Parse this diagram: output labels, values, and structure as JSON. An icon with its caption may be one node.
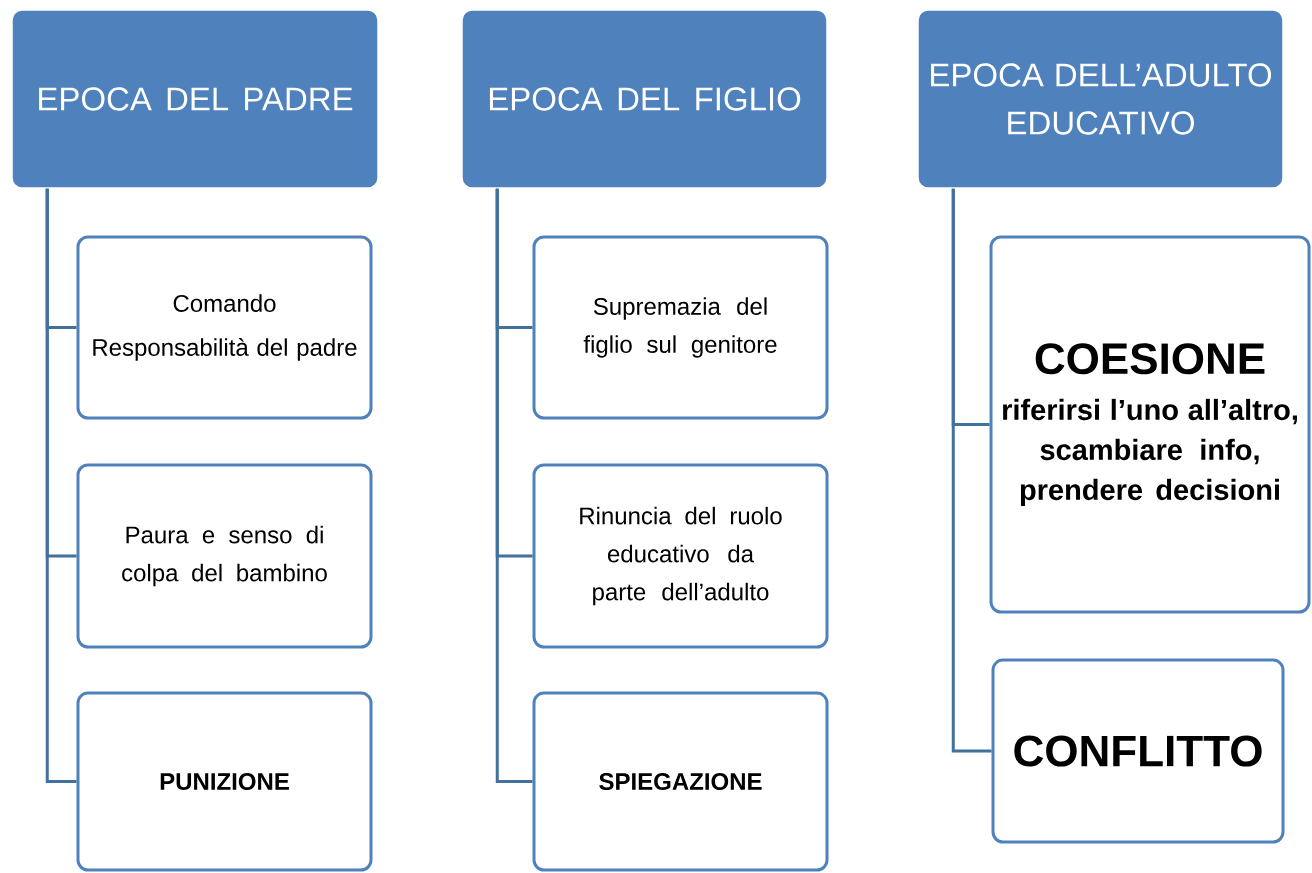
{
  "diagram": {
    "nodes": [
      {
        "text": [
          "EPOCA DEL PADRE"
        ]
      },
      {
        "text": [
          "Comando",
          "Responsabilità del padre"
        ]
      },
      {
        "text": [
          "Paura e senso di colpa del bambino"
        ]
      },
      {
        "text": [
          "PUNIZIONE"
        ]
      },
      {
        "text": [
          "EPOCA DEL FIGLIO"
        ]
      },
      {
        "text": [
          "Supremazia del figlio sul genitore"
        ]
      },
      {
        "text": [
          "Rinuncia del ruolo educativo da parte dell’adulto"
        ]
      },
      {
        "text": [
          "SPIEGAZIONE"
        ]
      },
      {
        "text": [
          "EPOCA DELL’ADULTO EDUCATIVO"
        ]
      },
      {
        "text": [
          "COESIONE",
          "riferirsi l’uno all’altro, scambiare info, prendere decisioni"
        ]
      },
      {
        "text": [
          "CONFLITTO"
        ]
      }
    ],
    "edges": [
      {
        "from": 0,
        "to": 1,
        "arrow": "none"
      },
      {
        "from": 0,
        "to": 2,
        "arrow": "none"
      },
      {
        "from": 0,
        "to": 3,
        "arrow": "none"
      },
      {
        "from": 4,
        "to": 5,
        "arrow": "none"
      },
      {
        "from": 4,
        "to": 6,
        "arrow": "none"
      },
      {
        "from": 4,
        "to": 7,
        "arrow": "none"
      },
      {
        "from": 8,
        "to": 9,
        "arrow": "none"
      },
      {
        "from": 8,
        "to": 10,
        "arrow": "none"
      }
    ]
  }
}
